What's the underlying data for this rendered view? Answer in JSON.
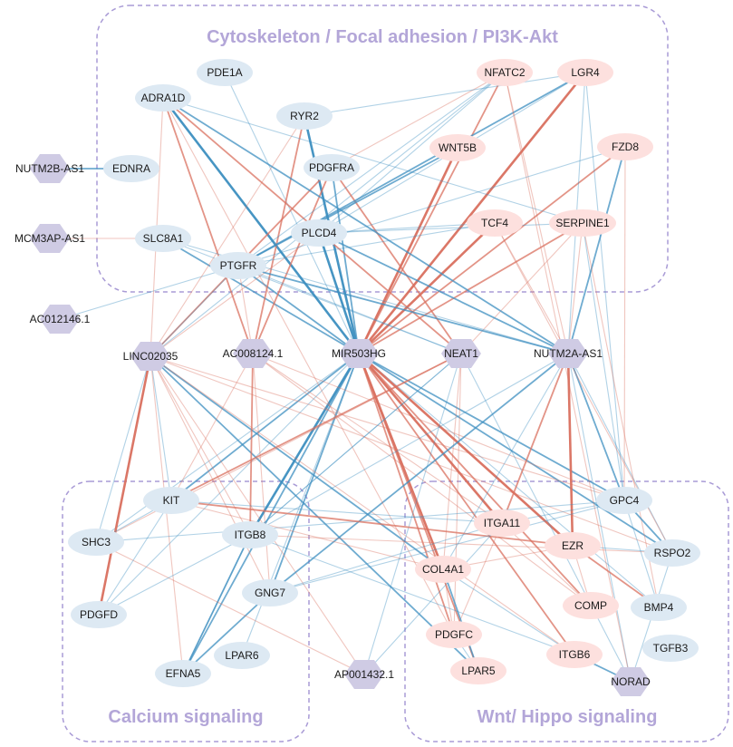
{
  "groups": [
    {
      "id": "cyto",
      "title": "Cytoskeleton / Focal adhesion / PI3K-Akt"
    },
    {
      "id": "calc",
      "title": "Calcium signaling"
    },
    {
      "id": "wnt",
      "title": "Wnt/ Hippo signaling"
    }
  ],
  "colors": {
    "up": "#fde0de",
    "down": "#dde9f3",
    "lnc": "#cfcbe4",
    "pos_edge": "#d9705f",
    "neg_edge": "#3d8fc0",
    "border": "#a99bd6"
  },
  "nodes": [
    {
      "id": "PDE1A",
      "label": "PDE1A",
      "kind": "down"
    },
    {
      "id": "ADRA1D",
      "label": "ADRA1D",
      "kind": "down"
    },
    {
      "id": "RYR2",
      "label": "RYR2",
      "kind": "down"
    },
    {
      "id": "PDGFRA",
      "label": "PDGFRA",
      "kind": "down"
    },
    {
      "id": "EDNRA",
      "label": "EDNRA",
      "kind": "down"
    },
    {
      "id": "SLC8A1",
      "label": "SLC8A1",
      "kind": "down"
    },
    {
      "id": "PLCD4",
      "label": "PLCD4",
      "kind": "down"
    },
    {
      "id": "PTGFR",
      "label": "PTGFR",
      "kind": "down"
    },
    {
      "id": "NFATC2",
      "label": "NFATC2",
      "kind": "up"
    },
    {
      "id": "LGR4",
      "label": "LGR4",
      "kind": "up"
    },
    {
      "id": "WNT5B",
      "label": "WNT5B",
      "kind": "up"
    },
    {
      "id": "FZD8",
      "label": "FZD8",
      "kind": "up"
    },
    {
      "id": "TCF4",
      "label": "TCF4",
      "kind": "up"
    },
    {
      "id": "SERPINE1",
      "label": "SERPINE1",
      "kind": "up"
    },
    {
      "id": "NUTM2B",
      "label": "NUTM2B-AS1",
      "kind": "lnc"
    },
    {
      "id": "MCM3AP",
      "label": "MCM3AP-AS1",
      "kind": "lnc"
    },
    {
      "id": "AC012146",
      "label": "AC012146.1",
      "kind": "lnc"
    },
    {
      "id": "LINC02035",
      "label": "LINC02035",
      "kind": "lnc"
    },
    {
      "id": "AC008124",
      "label": "AC008124.1",
      "kind": "lnc"
    },
    {
      "id": "MIR503HG",
      "label": "MIR503HG",
      "kind": "lnc"
    },
    {
      "id": "NEAT1",
      "label": "NEAT1",
      "kind": "lnc"
    },
    {
      "id": "NUTM2A",
      "label": "NUTM2A-AS1",
      "kind": "lnc"
    },
    {
      "id": "AP001432",
      "label": "AP001432.1",
      "kind": "lnc"
    },
    {
      "id": "NORAD",
      "label": "NORAD",
      "kind": "lnc"
    },
    {
      "id": "KIT",
      "label": "KIT",
      "kind": "down"
    },
    {
      "id": "SHC3",
      "label": "SHC3",
      "kind": "down"
    },
    {
      "id": "ITGB8",
      "label": "ITGB8",
      "kind": "down"
    },
    {
      "id": "GNG7",
      "label": "GNG7",
      "kind": "down"
    },
    {
      "id": "PDGFD",
      "label": "PDGFD",
      "kind": "down"
    },
    {
      "id": "EFNA5",
      "label": "EFNA5",
      "kind": "down"
    },
    {
      "id": "LPAR6",
      "label": "LPAR6",
      "kind": "down"
    },
    {
      "id": "GPC4",
      "label": "GPC4",
      "kind": "down"
    },
    {
      "id": "ITGA11",
      "label": "ITGA11",
      "kind": "up"
    },
    {
      "id": "EZR",
      "label": "EZR",
      "kind": "up"
    },
    {
      "id": "RSPO2",
      "label": "RSPO2",
      "kind": "down"
    },
    {
      "id": "COL4A1",
      "label": "COL4A1",
      "kind": "up"
    },
    {
      "id": "BMP4",
      "label": "BMP4",
      "kind": "down"
    },
    {
      "id": "COMP",
      "label": "COMP",
      "kind": "up"
    },
    {
      "id": "PDGFC",
      "label": "PDGFC",
      "kind": "up"
    },
    {
      "id": "TGFB3",
      "label": "TGFB3",
      "kind": "down"
    },
    {
      "id": "LPAR5",
      "label": "LPAR5",
      "kind": "up"
    },
    {
      "id": "ITGB6",
      "label": "ITGB6",
      "kind": "up"
    }
  ],
  "edges": [
    [
      "NUTM2B",
      "EDNRA",
      "n",
      2
    ],
    [
      "MCM3AP",
      "SLC8A1",
      "p",
      1
    ],
    [
      "AC012146",
      "PTGFR",
      "n",
      1
    ],
    [
      "MIR503HG",
      "ADRA1D",
      "n",
      3
    ],
    [
      "MIR503HG",
      "RYR2",
      "n",
      3
    ],
    [
      "MIR503HG",
      "PDGFRA",
      "n",
      2
    ],
    [
      "MIR503HG",
      "PLCD4",
      "n",
      3
    ],
    [
      "MIR503HG",
      "PTGFR",
      "n",
      2
    ],
    [
      "MIR503HG",
      "SLC8A1",
      "n",
      2
    ],
    [
      "MIR503HG",
      "PDE1A",
      "n",
      1
    ],
    [
      "MIR503HG",
      "NFATC2",
      "p",
      2
    ],
    [
      "MIR503HG",
      "LGR4",
      "p",
      3
    ],
    [
      "MIR503HG",
      "WNT5B",
      "p",
      3
    ],
    [
      "MIR503HG",
      "FZD8",
      "p",
      2
    ],
    [
      "MIR503HG",
      "TCF4",
      "p",
      3
    ],
    [
      "MIR503HG",
      "SERPINE1",
      "p",
      2
    ],
    [
      "MIR503HG",
      "KIT",
      "n",
      2
    ],
    [
      "MIR503HG",
      "ITGB8",
      "n",
      3
    ],
    [
      "MIR503HG",
      "GNG7",
      "n",
      2
    ],
    [
      "MIR503HG",
      "EFNA5",
      "n",
      2
    ],
    [
      "MIR503HG",
      "SHC3",
      "n",
      1
    ],
    [
      "MIR503HG",
      "PDGFD",
      "n",
      1
    ],
    [
      "MIR503HG",
      "GPC4",
      "n",
      2
    ],
    [
      "MIR503HG",
      "RSPO2",
      "n",
      2
    ],
    [
      "MIR503HG",
      "BMP4",
      "n",
      1
    ],
    [
      "MIR503HG",
      "ITGA11",
      "p",
      3
    ],
    [
      "MIR503HG",
      "EZR",
      "p",
      3
    ],
    [
      "MIR503HG",
      "COL4A1",
      "p",
      3
    ],
    [
      "MIR503HG",
      "COMP",
      "p",
      2
    ],
    [
      "MIR503HG",
      "PDGFC",
      "p",
      2
    ],
    [
      "MIR503HG",
      "LPAR5",
      "p",
      2
    ],
    [
      "MIR503HG",
      "ITGB6",
      "p",
      2
    ],
    [
      "MIR503HG",
      "LPAR6",
      "n",
      1
    ],
    [
      "LINC02035",
      "ADRA1D",
      "p",
      1
    ],
    [
      "LINC02035",
      "PDGFRA",
      "p",
      2
    ],
    [
      "LINC02035",
      "RYR2",
      "p",
      1
    ],
    [
      "LINC02035",
      "PLCD4",
      "p",
      1
    ],
    [
      "LINC02035",
      "PTGFR",
      "n",
      1
    ],
    [
      "LINC02035",
      "NFATC2",
      "n",
      1
    ],
    [
      "LINC02035",
      "PDGFD",
      "p",
      3
    ],
    [
      "LINC02035",
      "KIT",
      "n",
      1
    ],
    [
      "LINC02035",
      "SHC3",
      "n",
      1
    ],
    [
      "LINC02035",
      "EFNA5",
      "p",
      1
    ],
    [
      "LINC02035",
      "ITGB8",
      "p",
      1
    ],
    [
      "LINC02035",
      "GNG7",
      "p",
      1
    ],
    [
      "LINC02035",
      "COL4A1",
      "n",
      2
    ],
    [
      "LINC02035",
      "LPAR5",
      "n",
      2
    ],
    [
      "LINC02035",
      "GPC4",
      "p",
      1
    ],
    [
      "LINC02035",
      "RSPO2",
      "p",
      1
    ],
    [
      "LINC02035",
      "ITGB6",
      "p",
      1
    ],
    [
      "LINC02035",
      "AP001432",
      "p",
      1
    ],
    [
      "AC008124",
      "ADRA1D",
      "p",
      2
    ],
    [
      "AC008124",
      "RYR2",
      "p",
      2
    ],
    [
      "AC008124",
      "PDGFRA",
      "p",
      2
    ],
    [
      "AC008124",
      "PTGFR",
      "p",
      1
    ],
    [
      "AC008124",
      "ITGB8",
      "p",
      2
    ],
    [
      "AC008124",
      "KIT",
      "p",
      1
    ],
    [
      "AC008124",
      "GNG7",
      "p",
      1
    ],
    [
      "AC008124",
      "ITGA11",
      "p",
      1
    ],
    [
      "AC008124",
      "COMP",
      "p",
      1
    ],
    [
      "AC008124",
      "GPC4",
      "p",
      1
    ],
    [
      "NEAT1",
      "ADRA1D",
      "p",
      2
    ],
    [
      "NEAT1",
      "PDGFRA",
      "p",
      2
    ],
    [
      "NEAT1",
      "SLC8A1",
      "n",
      1
    ],
    [
      "NEAT1",
      "PTGFR",
      "n",
      1
    ],
    [
      "NEAT1",
      "KIT",
      "p",
      2
    ],
    [
      "NEAT1",
      "ITGB8",
      "n",
      1
    ],
    [
      "NEAT1",
      "SHC3",
      "p",
      1
    ],
    [
      "NEAT1",
      "PDGFC",
      "p",
      1
    ],
    [
      "NEAT1",
      "COL4A1",
      "p",
      1
    ],
    [
      "NEAT1",
      "NORAD",
      "n",
      1
    ],
    [
      "NEAT1",
      "SERPINE1",
      "p",
      1
    ],
    [
      "NEAT1",
      "AP001432",
      "n",
      1
    ],
    [
      "NUTM2A",
      "ADRA1D",
      "n",
      2
    ],
    [
      "NUTM2A",
      "PLCD4",
      "n",
      2
    ],
    [
      "NUTM2A",
      "PTGFR",
      "n",
      2
    ],
    [
      "NUTM2A",
      "SLC8A1",
      "n",
      1
    ],
    [
      "NUTM2A",
      "NFATC2",
      "p",
      1
    ],
    [
      "NUTM2A",
      "LGR4",
      "n",
      1
    ],
    [
      "NUTM2A",
      "FZD8",
      "n",
      2
    ],
    [
      "NUTM2A",
      "TCF4",
      "p",
      1
    ],
    [
      "NUTM2A",
      "SERPINE1",
      "p",
      1
    ],
    [
      "NUTM2A",
      "EZR",
      "p",
      3
    ],
    [
      "NUTM2A",
      "ITGA11",
      "p",
      2
    ],
    [
      "NUTM2A",
      "GPC4",
      "n",
      2
    ],
    [
      "NUTM2A",
      "RSPO2",
      "n",
      1
    ],
    [
      "NUTM2A",
      "COL4A1",
      "n",
      1
    ],
    [
      "NUTM2A",
      "GNG7",
      "n",
      2
    ],
    [
      "NUTM2A",
      "ITGB8",
      "n",
      1
    ],
    [
      "NUTM2A",
      "NORAD",
      "n",
      1
    ],
    [
      "PTGFR",
      "LGR4",
      "n",
      2
    ],
    [
      "PTGFR",
      "WNT5B",
      "n",
      2
    ],
    [
      "PTGFR",
      "NFATC2",
      "n",
      1
    ],
    [
      "PTGFR",
      "FZD8",
      "n",
      1
    ],
    [
      "PTGFR",
      "TCF4",
      "n",
      1
    ],
    [
      "PLCD4",
      "NFATC2",
      "n",
      1
    ],
    [
      "PLCD4",
      "LGR4",
      "n",
      1
    ],
    [
      "PLCD4",
      "TCF4",
      "n",
      1
    ],
    [
      "PLCD4",
      "SERPINE1",
      "n",
      1
    ],
    [
      "PDGFRA",
      "NFATC2",
      "p",
      1
    ],
    [
      "RYR2",
      "LGR4",
      "n",
      1
    ],
    [
      "ADRA1D",
      "PDGFC",
      "p",
      1
    ],
    [
      "ADRA1D",
      "SERPINE1",
      "n",
      1
    ],
    [
      "NFATC2",
      "NORAD",
      "p",
      1
    ],
    [
      "LGR4",
      "GPC4",
      "n",
      1
    ],
    [
      "FZD8",
      "GPC4",
      "p",
      1
    ],
    [
      "SERPINE1",
      "GPC4",
      "n",
      1
    ],
    [
      "SERPINE1",
      "BMP4",
      "p",
      1
    ],
    [
      "TCF4",
      "RSPO2",
      "p",
      1
    ],
    [
      "SHC3",
      "GPC4",
      "n",
      1
    ],
    [
      "SHC3",
      "KIT",
      "n",
      1
    ],
    [
      "KIT",
      "ITGA11",
      "n",
      1
    ],
    [
      "KIT",
      "COL4A1",
      "p",
      1
    ],
    [
      "KIT",
      "EZR",
      "p",
      2
    ],
    [
      "ITGB8",
      "EFNA5",
      "n",
      2
    ],
    [
      "ITGB8",
      "RSPO2",
      "p",
      1
    ],
    [
      "GNG7",
      "EFNA5",
      "n",
      2
    ],
    [
      "GNG7",
      "GPC4",
      "n",
      1
    ],
    [
      "GNG7",
      "ITGA11",
      "n",
      1
    ],
    [
      "SHC3",
      "AP001432",
      "p",
      1
    ],
    [
      "AP001432",
      "ITGA11",
      "n",
      1
    ],
    [
      "ITGB8",
      "ITGB6",
      "n",
      1
    ],
    [
      "ITGB8",
      "NEAT1",
      "n",
      1
    ],
    [
      "ITGA11",
      "COMP",
      "p",
      1
    ],
    [
      "ITGA11",
      "PDGFC",
      "p",
      1
    ],
    [
      "EZR",
      "BMP4",
      "p",
      2
    ],
    [
      "EZR",
      "RSPO2",
      "n",
      1
    ],
    [
      "EZR",
      "COMP",
      "p",
      1
    ],
    [
      "COL4A1",
      "LPAR5",
      "n",
      2
    ],
    [
      "COL4A1",
      "ITGB6",
      "n",
      1
    ],
    [
      "COL4A1",
      "PDGFC",
      "p",
      1
    ],
    [
      "PDGFC",
      "LPAR5",
      "n",
      1
    ],
    [
      "ITGB6",
      "NORAD",
      "n",
      2
    ],
    [
      "GPC4",
      "RSPO2",
      "n",
      2
    ],
    [
      "GPC4",
      "BMP4",
      "n",
      1
    ],
    [
      "RSPO2",
      "NORAD",
      "n",
      1
    ],
    [
      "PDGFD",
      "ITGB8",
      "n",
      1
    ],
    [
      "PDGFD",
      "KIT",
      "n",
      1
    ],
    [
      "EFNA5",
      "ITGB8",
      "n",
      1
    ],
    [
      "GPC4",
      "ITGA11",
      "n",
      1
    ],
    [
      "COL4A1",
      "EZR",
      "p",
      1
    ]
  ]
}
